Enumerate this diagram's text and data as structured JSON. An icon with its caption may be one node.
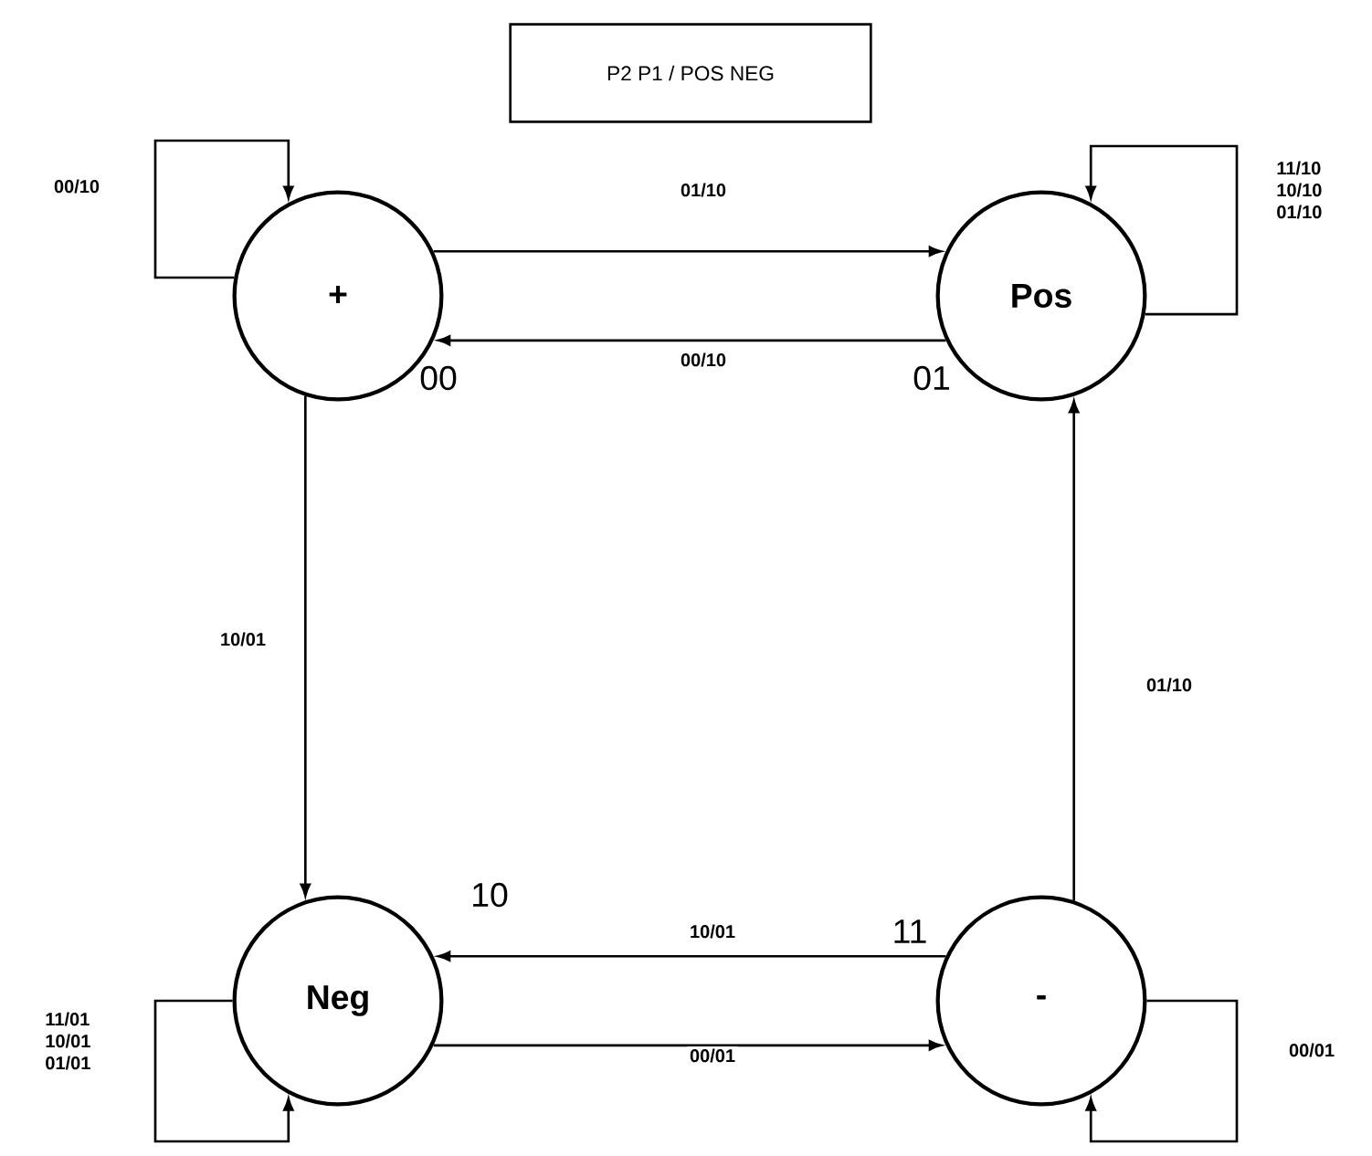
{
  "diagram": {
    "nodes": [
      {
        "text": [
          "P2 P1 / POS NEG"
        ]
      },
      {
        "text": [
          "+"
        ],
        "beside": [
          "00"
        ]
      },
      {
        "text": [
          "Pos"
        ],
        "beside": [
          "01"
        ]
      },
      {
        "text": [
          "Neg"
        ],
        "beside": [
          "10"
        ]
      },
      {
        "text": [
          "-"
        ],
        "beside": [
          "11"
        ]
      }
    ],
    "edges": [
      {
        "from": 1,
        "to": 1,
        "arrow": "to",
        "label": "00/10"
      },
      {
        "from": 1,
        "to": 2,
        "arrow": "to",
        "label": "01/10"
      },
      {
        "from": 2,
        "to": 1,
        "arrow": "to",
        "label": "00/10"
      },
      {
        "from": 2,
        "to": 2,
        "arrow": "to",
        "label": "11/10 10/10 01/10"
      },
      {
        "from": 1,
        "to": 3,
        "arrow": "to",
        "label": "10/01"
      },
      {
        "from": 4,
        "to": 2,
        "arrow": "to",
        "label": "01/10"
      },
      {
        "from": 4,
        "to": 3,
        "arrow": "to",
        "label": "10/01"
      },
      {
        "from": 3,
        "to": 4,
        "arrow": "to",
        "label": "00/01"
      },
      {
        "from": 3,
        "to": 3,
        "arrow": "to",
        "label": "11/01 10/01 01/01"
      },
      {
        "from": 4,
        "to": 4,
        "arrow": "to",
        "label": "00/01"
      }
    ]
  }
}
